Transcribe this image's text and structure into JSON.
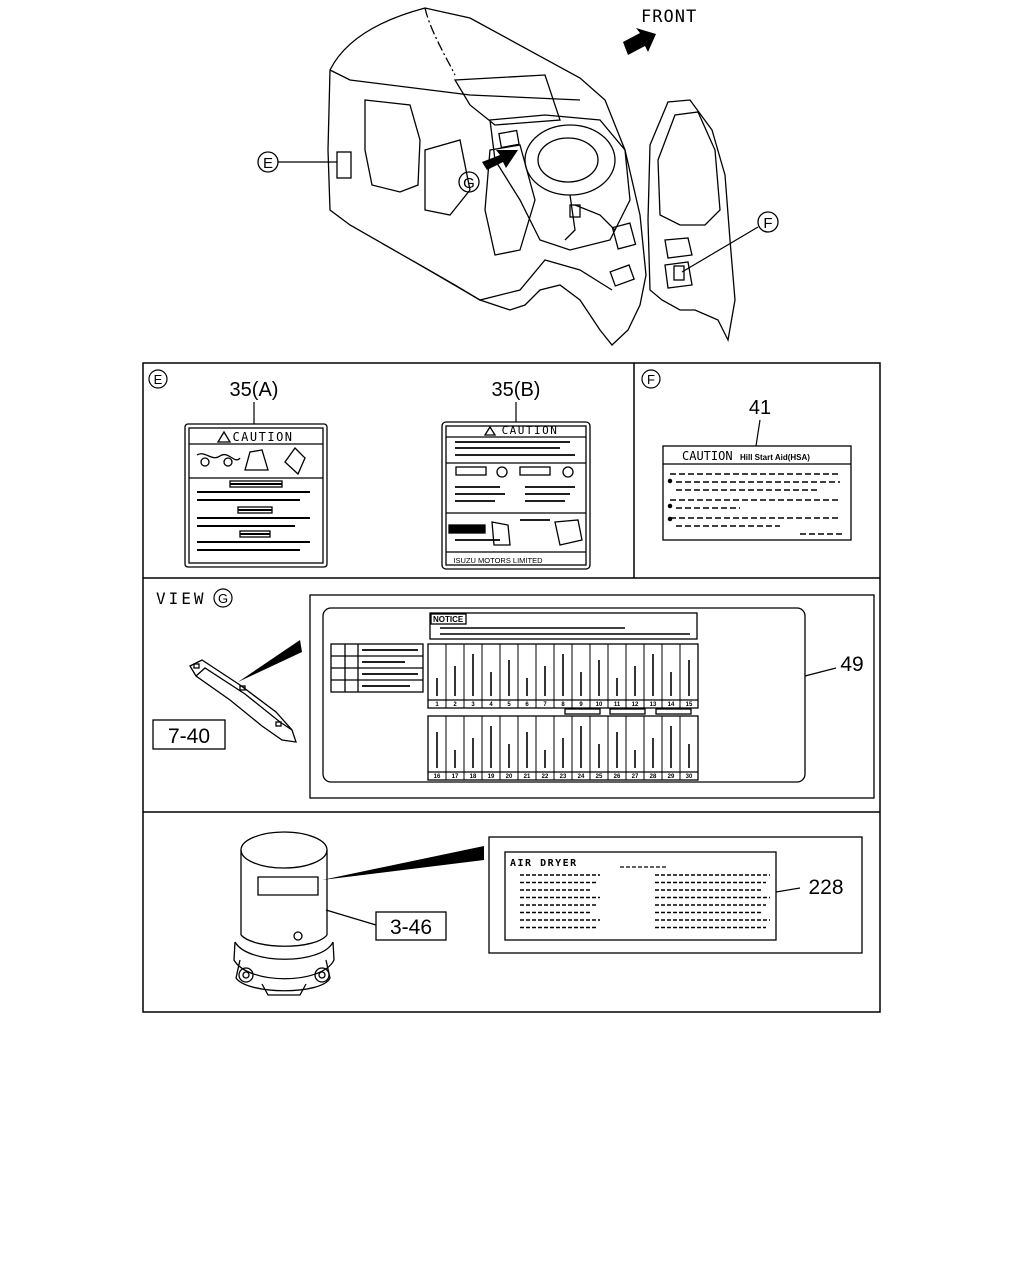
{
  "top": {
    "front_label": "FRONT",
    "callout_e": "E",
    "callout_f": "F",
    "callout_g": "G"
  },
  "panel_e": {
    "circle": "E",
    "label_a": {
      "part": "35(A)",
      "header": "CAUTION"
    },
    "label_b": {
      "part": "35(B)",
      "header": "CAUTION",
      "footer": "ISUZU MOTORS LIMITED"
    }
  },
  "panel_f": {
    "circle": "F",
    "part": "41",
    "header": "CAUTION",
    "header_sub": "Hill Start Aid(HSA)"
  },
  "panel_g": {
    "view_label": "VIEW",
    "circle": "G",
    "ref_part": "7-40",
    "part": "49",
    "notice": "NOTICE",
    "fuse_nums_row1": [
      "1",
      "2",
      "3",
      "4",
      "5",
      "6",
      "7",
      "8",
      "9",
      "10",
      "11",
      "12",
      "13",
      "14",
      "15"
    ],
    "fuse_nums_row2": [
      "16",
      "17",
      "18",
      "19",
      "20",
      "21",
      "22",
      "23",
      "24",
      "25",
      "26",
      "27",
      "28",
      "29",
      "30"
    ]
  },
  "panel_air": {
    "ref_part": "3-46",
    "part": "228",
    "header": "AIR DRYER"
  }
}
